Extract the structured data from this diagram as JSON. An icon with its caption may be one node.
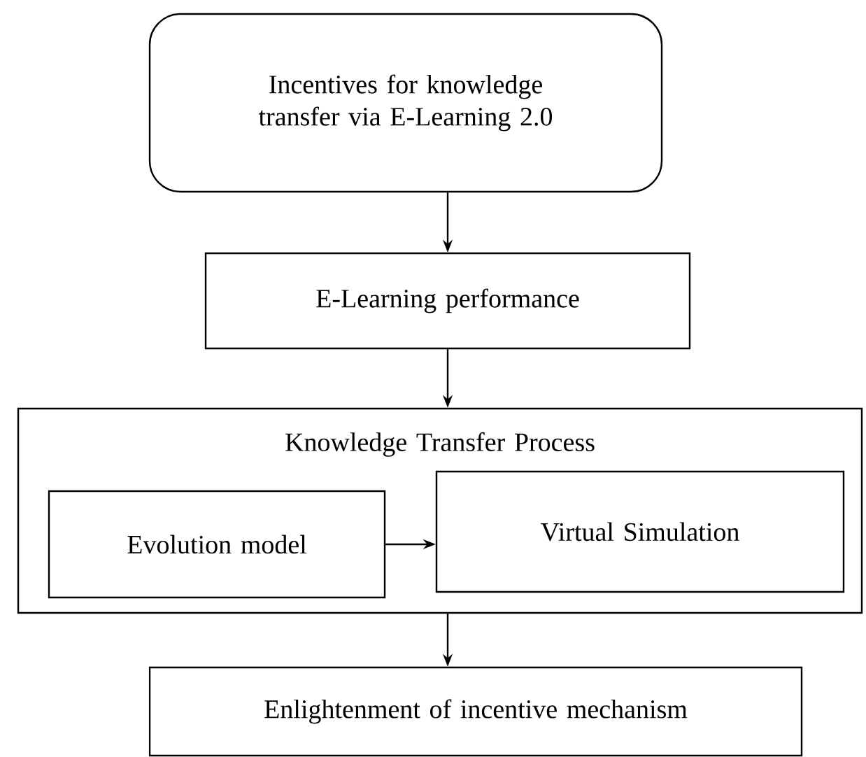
{
  "diagram": {
    "nodes": [
      {
        "text": [
          "Incentives for knowledge transfer via E-Learning 2.0"
        ]
      },
      {
        "text": [
          "E-Learning performance"
        ]
      },
      {
        "text": [
          "Knowledge Transfer Process"
        ]
      },
      {
        "text": [
          "Evolution model"
        ],
        "in": 2
      },
      {
        "text": [
          "Virtual Simulation"
        ],
        "in": 2
      },
      {
        "text": [
          "Enlightenment of incentive mechanism"
        ]
      }
    ],
    "edges": [
      {
        "from": 0,
        "to": 1,
        "arrow": "to"
      },
      {
        "from": 1,
        "to": 2,
        "arrow": "to"
      },
      {
        "from": 3,
        "to": 4,
        "arrow": "to"
      },
      {
        "from": 2,
        "to": 5,
        "arrow": "to"
      }
    ]
  }
}
